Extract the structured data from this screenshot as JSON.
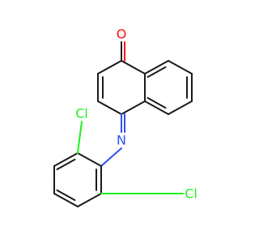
{
  "molecule": {
    "atoms": {
      "oxygen": "O",
      "nitrogen": "N",
      "chlorine_top": "Cl",
      "chlorine_bottom": "Cl"
    },
    "colors": {
      "bond": "#1a1a1a",
      "oxygen": "#ff0d0d",
      "nitrogen": "#3050f8",
      "chlorine": "#1ff01f"
    }
  }
}
